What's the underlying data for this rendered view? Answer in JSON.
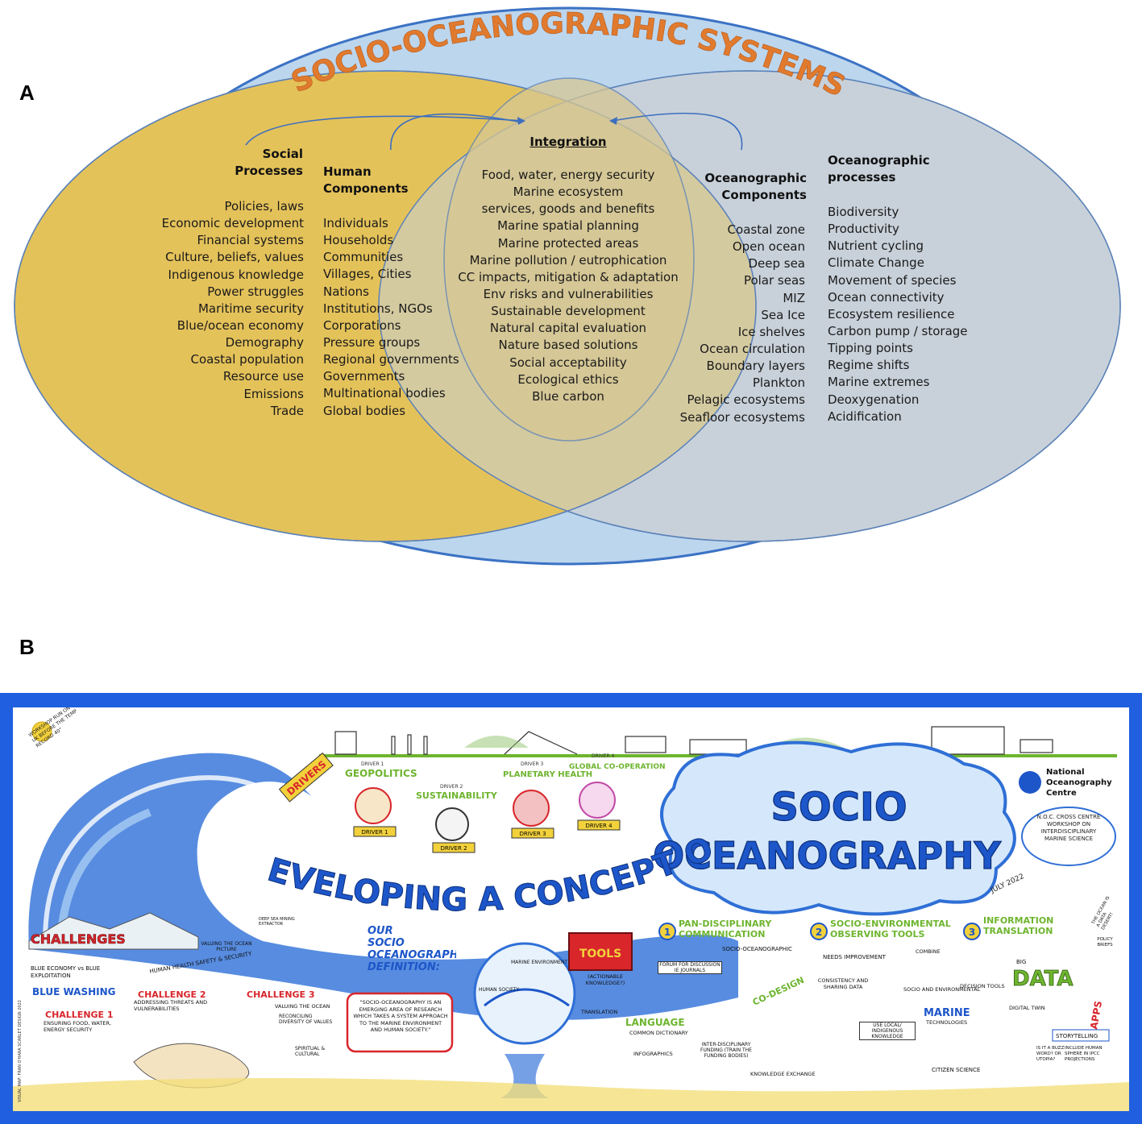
{
  "panel_labels": {
    "a": "A",
    "b": "B"
  },
  "panel_a": {
    "title": "SOCIO-OCEANOGRAPHIC SYSTEMS",
    "social_processes": {
      "heading_line1": "Social",
      "heading_line2": "Processes",
      "items": [
        "Policies, laws",
        "Economic development",
        "Financial systems",
        "Culture, beliefs, values",
        "Indigenous knowledge",
        "Power struggles",
        "Maritime security",
        "Blue/ocean economy",
        "Demography",
        "Coastal population",
        "Resource use",
        "Emissions",
        "Trade"
      ]
    },
    "human_components": {
      "heading_line1": "Human",
      "heading_line2": "Components",
      "items": [
        "Individuals",
        "Households",
        "Communities",
        "Villages, Cities",
        "Nations",
        "Institutions, NGOs",
        "Corporations",
        "Pressure groups",
        "Regional governments",
        "Governments",
        "Multinational bodies",
        "Global bodies"
      ]
    },
    "integration": {
      "heading": "Integration",
      "items": [
        "Food, water, energy security",
        "Marine ecosystem",
        "services, goods and benefits",
        "Marine spatial planning",
        "Marine protected areas",
        "Marine pollution / eutrophication",
        "CC impacts, mitigation & adaptation",
        "Env risks and vulnerabilities",
        "Sustainable development",
        "Natural capital evaluation",
        "Nature based solutions",
        "Social acceptability",
        "Ecological ethics",
        "Blue carbon"
      ]
    },
    "oceanographic_components": {
      "heading_line1": "Oceanographic",
      "heading_line2": "Components",
      "items": [
        "Coastal zone",
        "Open ocean",
        "Deep sea",
        "Polar seas",
        "MIZ",
        "Sea Ice",
        "Ice shelves",
        "Ocean circulation",
        "Boundary layers",
        "Plankton",
        "Pelagic ecosystems",
        "Seafloor ecosystems"
      ]
    },
    "oceanographic_processes": {
      "heading_line1": "Oceanographic",
      "heading_line2": "processes",
      "items": [
        "Biodiversity",
        "Productivity",
        "Nutrient cycling",
        "Climate Change",
        "Movement of species",
        "Ocean connectivity",
        "Ecosystem resilience",
        "Carbon pump / storage",
        "Tipping points",
        "Regime shifts",
        "Marine extremes",
        "Deoxygenation",
        "Acidification"
      ]
    },
    "colors": {
      "outer": "#bcd6ee",
      "outer_stroke": "#3b72c4",
      "left": "#e3c25c",
      "right": "#c5cfd8",
      "title": "#e07a2e"
    }
  },
  "panel_b": {
    "title_line1": "DEVELOPING A CONCEPT OF",
    "title_socio": "SOCIO",
    "title_oceanography": "OCEANOGRAPHY",
    "drivers_label": "DRIVERS",
    "workshop_note": "WORKSHOP RUN ON DAY UK BEFORE THE TEMP RECORD 40°",
    "noc_note": "N.O.C. CROSS CENTRE WORKSHOP ON INTERDISCIPLINARY MARINE SCIENCE",
    "date": "JULY 2022",
    "org_name_line1": "National",
    "org_name_line2": "Oceanography",
    "org_name_line3": "Centre",
    "drivers": [
      {
        "number": "DRIVER 1",
        "name": "GEOPOLITICS",
        "badge": "DRIVER 1"
      },
      {
        "number": "DRIVER 2",
        "name": "SUSTAINABILITY",
        "badge": "DRIVER 2"
      },
      {
        "number": "DRIVER 3",
        "name": "PLANETARY HEALTH",
        "badge": "DRIVER 3"
      },
      {
        "number": "DRIVER 4",
        "name": "GLOBAL CO-OPERATION",
        "badge": "DRIVER 4"
      }
    ],
    "challenges": {
      "heading": "CHALLENGES",
      "blue_economy": "BLUE ECONOMY vs BLUE EXPLOITATION",
      "blue_washing": "BLUE WASHING",
      "human_health": "HUMAN HEALTH SAFETY & SECURITY",
      "c1_title": "CHALLENGE 1",
      "c1_text": "ENSURING FOOD, WATER, ENERGY SECURITY",
      "c2_title": "CHALLENGE 2",
      "c2_text": "ADDRESSING THREATS AND VULNERABILITIES",
      "c3_title": "CHALLENGE 3",
      "c3_text": "VALUING THE OCEAN",
      "valuing": "VALUING THE OCEAN PICTURE",
      "reconciling": "RECONCILING DIVERSITY OF VALUES",
      "spiritual": "SPIRITUAL & CULTURAL",
      "deep_sea": "DEEP SEA MINING EXTRACTOR"
    },
    "definition": {
      "heading_line1": "OUR",
      "heading_line2": "SOCIO",
      "heading_line3": "OCEANOGRAPHY",
      "heading_line4": "DEFINITION:",
      "text": "\"SOCIO-OCEANOGRAPHY IS AN EMERGING AREA OF RESEARCH WHICH TAKES A SYSTEM APPROACH TO THE MARINE ENVIRONMENT AND HUMAN SOCIETY.\""
    },
    "globe": {
      "top": "MARINE ENVIRONMENT",
      "left": "HUMAN SOCIETY"
    },
    "tools": {
      "label": "TOOLS",
      "actionable": "(ACTIONABLE KNOWLEDGE?)",
      "tool1_number": "1",
      "tool1_title": "PAN-DISCIPLINARY COMMUNICATION",
      "tool2_number": "2",
      "tool2_title": "SOCIO-ENVIRONMENTAL OBSERVING TOOLS",
      "tool3_number": "3",
      "tool3_title": "INFORMATION TRANSLATION",
      "forum": "FORUM FOR DISCUSSION IE JOURNALS",
      "socio_ocean": "SOCIO-OCEANOGRAPHIC",
      "co_design": "CO-DESIGN",
      "language": "LANGUAGE",
      "dictionary": "COMMON DICTIONARY",
      "translation": "TRANSLATION",
      "infographics": "INFOGRAPHICS",
      "funding": "INTER-DISCIPLINARY FUNDING (TRAIN THE FUNDING BODIES)",
      "knowledge": "KNOWLEDGE EXCHANGE",
      "needs": "NEEDS IMPROVEMENT",
      "consistency": "CONSISTENCY AND SHARING DATA",
      "combine": "COMBINE",
      "socio_env": "SOCIO AND ENVIRONMENTAL",
      "local": "USE LOCAL/ INDIGENOUS KNOWLEDGE",
      "marine": "MARINE",
      "technologies": "TECHNOLOGIES",
      "citizen": "CITIZEN SCIENCE",
      "decision": "DECISION TOOLS",
      "big": "BIG",
      "data": "DATA",
      "apps": "APPS",
      "digital_twin": "DIGITAL TWIN",
      "buzz": "IS IT A BUZZ WORD? OR UTOPIA?",
      "storytelling": "STORYTELLING",
      "include": "INCLUDE HUMAN SPHERE IN IPCC PROJECTIONS",
      "policy": "POLICY BRIEFS",
      "data_desert": "THE OCEAN IS A DATA DESERT!"
    },
    "credit": "VISUAL MAP: FRAN O'HARA SCARLET DESIGN 2022",
    "colors": {
      "frame": "#1f5fe0",
      "wave": "#2f6fd6",
      "title_blue": "#1d56c9",
      "red": "#d8262b",
      "green": "#6eb52f",
      "yellow": "#f2d13b"
    }
  }
}
